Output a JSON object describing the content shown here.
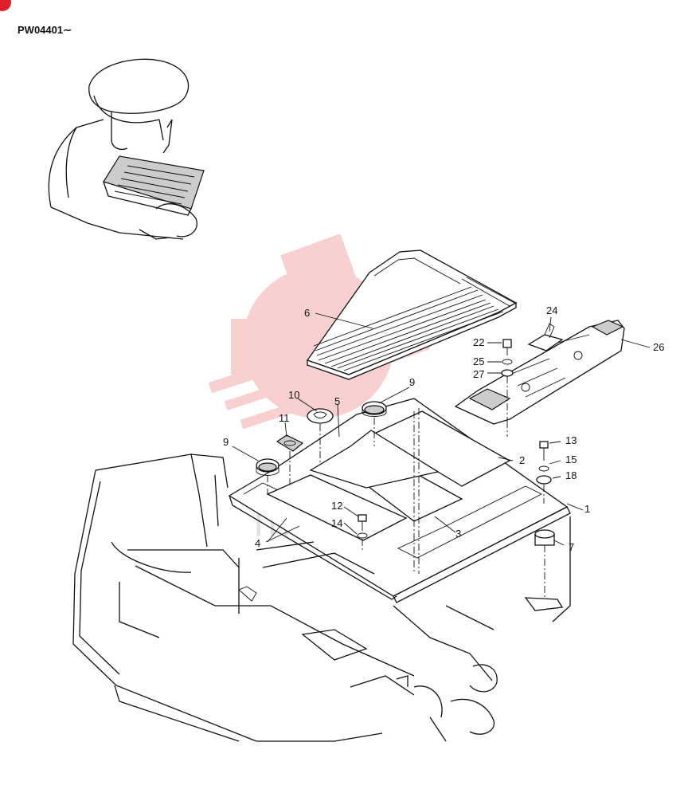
{
  "serial_range": "PW04401∼",
  "parts": [
    {
      "num": "1"
    },
    {
      "num": "2"
    },
    {
      "num": "3"
    },
    {
      "num": "4"
    },
    {
      "num": "5"
    },
    {
      "num": "6"
    },
    {
      "num": "7"
    },
    {
      "num": "9"
    },
    {
      "num": "9"
    },
    {
      "num": "10"
    },
    {
      "num": "11"
    },
    {
      "num": "12"
    },
    {
      "num": "13"
    },
    {
      "num": "14"
    },
    {
      "num": "15"
    },
    {
      "num": "18"
    },
    {
      "num": "22"
    },
    {
      "num": "24"
    },
    {
      "num": "25"
    },
    {
      "num": "26"
    },
    {
      "num": "27"
    }
  ],
  "colors": {
    "line": "#111111",
    "watermark": "#e8585a",
    "badge": "#e0202a"
  },
  "icons": {
    "corner": "red-circle-badge-icon",
    "watermark": "gear-logo-icon"
  }
}
